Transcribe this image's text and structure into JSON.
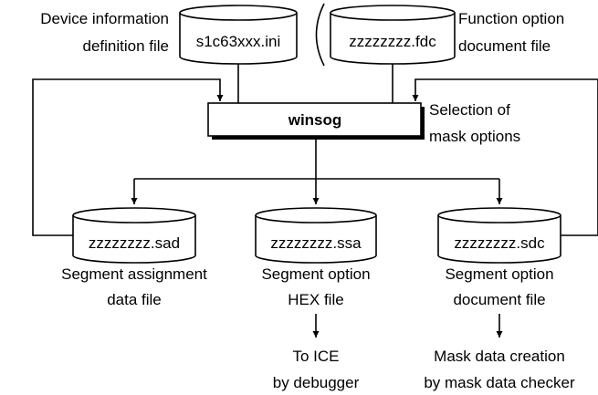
{
  "files": {
    "ini": {
      "filename": "s1c63xxx.ini",
      "caption": [
        "Device information",
        "definition file"
      ]
    },
    "fdc": {
      "filename": "zzzzzzzz.fdc",
      "caption": [
        "Function option",
        "document file"
      ]
    },
    "sad": {
      "filename": "zzzzzzzz.sad",
      "caption": [
        "Segment assignment",
        "data file"
      ]
    },
    "ssa": {
      "filename": "zzzzzzzz.ssa",
      "caption": [
        "Segment option",
        "HEX file"
      ]
    },
    "sdc": {
      "filename": "zzzzzzzz.sdc",
      "caption": [
        "Segment option",
        "document file"
      ]
    }
  },
  "process": {
    "name": "winsog",
    "caption": [
      "Selection of",
      "mask options"
    ]
  },
  "outputs": {
    "ice": [
      "To ICE",
      "by debugger"
    ],
    "mask": [
      "Mask data creation",
      "by mask data checker"
    ]
  }
}
